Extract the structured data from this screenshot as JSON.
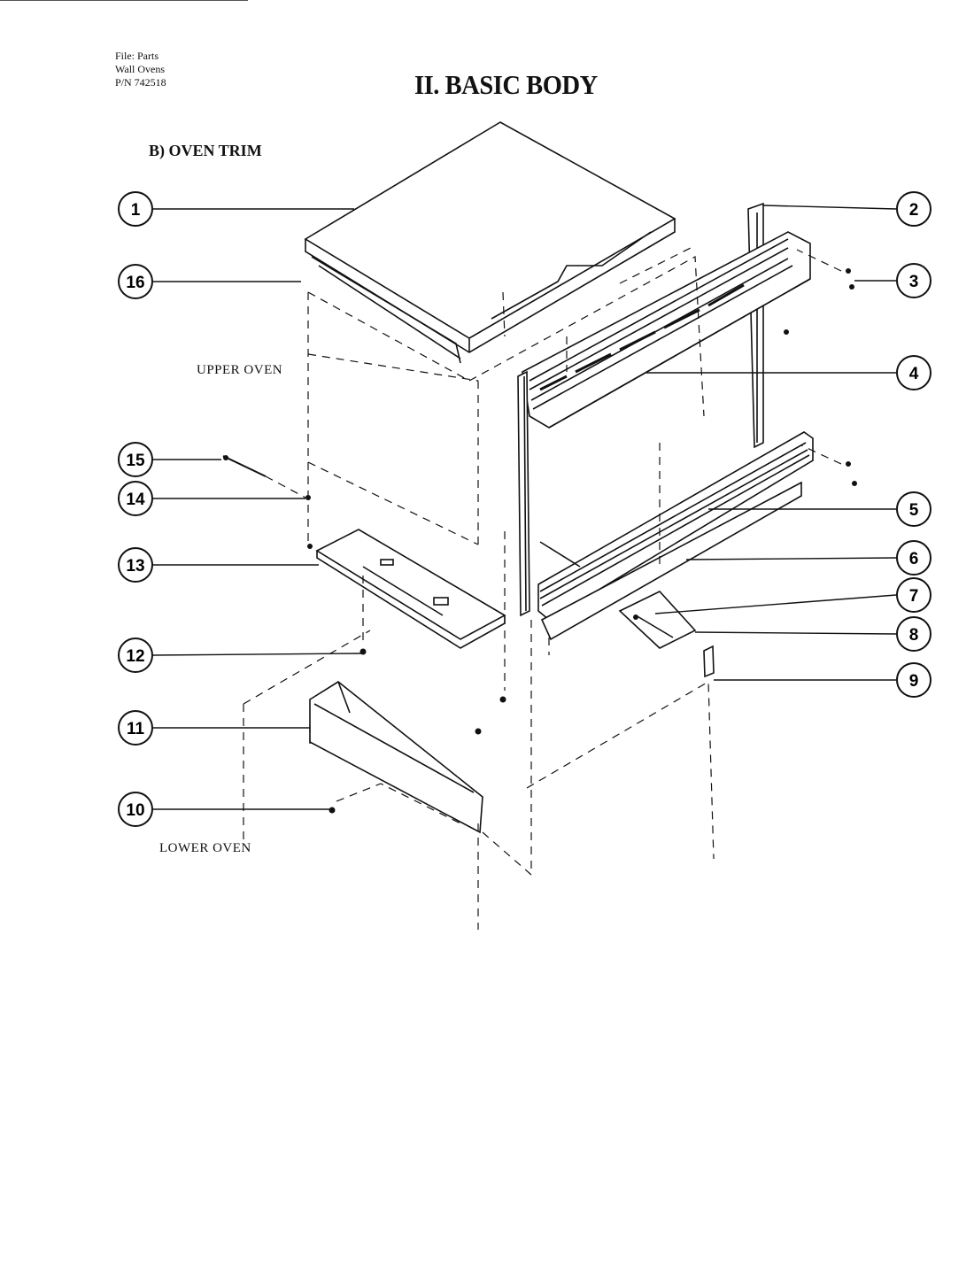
{
  "header": {
    "file_line1": "File: Parts",
    "file_line2": "Wall Ovens",
    "file_line3": "P/N 742518",
    "title": "II. BASIC BODY",
    "section": "B)  OVEN TRIM"
  },
  "labels": {
    "upper": "UPPER OVEN",
    "lower": "LOWER OVEN"
  },
  "callouts": [
    {
      "num": "1"
    },
    {
      "num": "2"
    },
    {
      "num": "3"
    },
    {
      "num": "4"
    },
    {
      "num": "5"
    },
    {
      "num": "6"
    },
    {
      "num": "7"
    },
    {
      "num": "8"
    },
    {
      "num": "9"
    },
    {
      "num": "10"
    },
    {
      "num": "11"
    },
    {
      "num": "12"
    },
    {
      "num": "13"
    },
    {
      "num": "14"
    },
    {
      "num": "15"
    },
    {
      "num": "16"
    }
  ]
}
